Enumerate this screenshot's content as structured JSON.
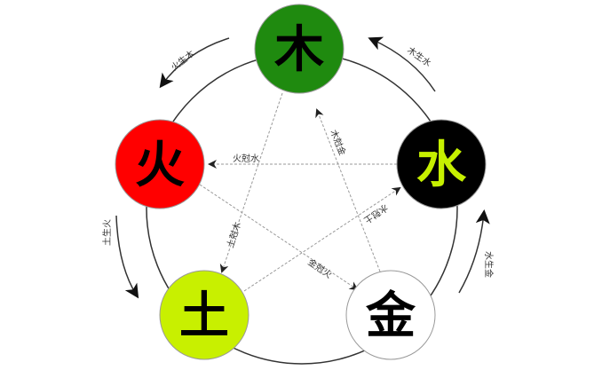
{
  "elements": [
    {
      "key": "wood",
      "char": "木",
      "fill": "#1f8a0f",
      "text_color": "#000000"
    },
    {
      "key": "water",
      "char": "水",
      "fill": "#000000",
      "text_color": "#c6f000"
    },
    {
      "key": "metal",
      "char": "金",
      "fill": "#ffffff",
      "text_color": "#000000"
    },
    {
      "key": "earth",
      "char": "土",
      "fill": "#c8f000",
      "text_color": "#000000"
    },
    {
      "key": "fire",
      "char": "火",
      "fill": "#ff0000",
      "text_color": "#000000"
    }
  ],
  "generating_labels": {
    "top_left": "火生木",
    "top_right": "木生水",
    "left": "土生火",
    "right": "水生金"
  },
  "controlling_labels": {
    "water_fire": "火尅水",
    "metal_wood": "木尅金",
    "wood_earth": "土尅木",
    "earth_water": "水尅土",
    "fire_metal": "金尅火"
  }
}
